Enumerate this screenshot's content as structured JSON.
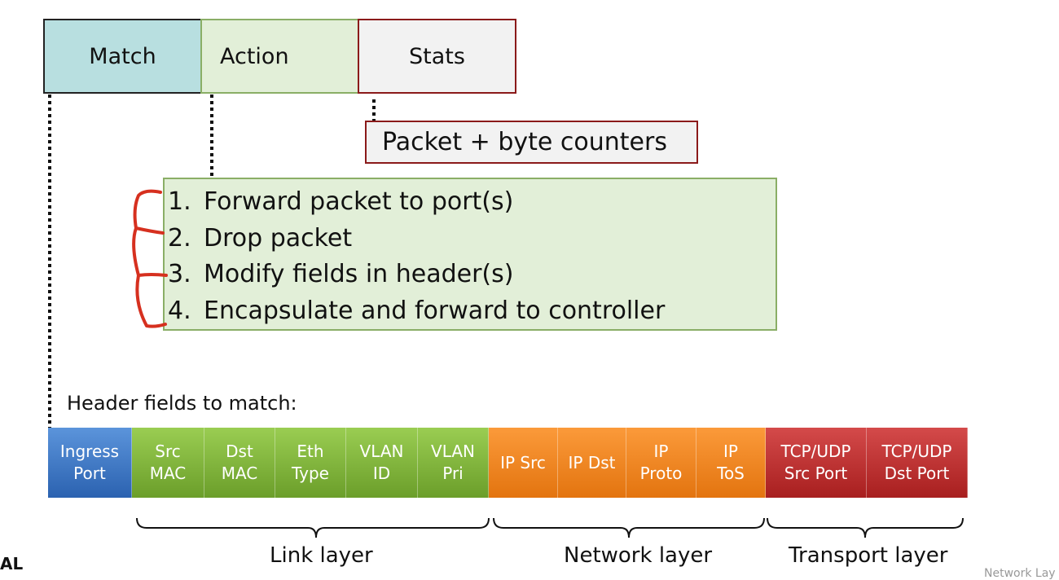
{
  "headers": {
    "match": "Match",
    "action": "Action",
    "stats": "Stats"
  },
  "stats_box": "Packet + byte counters",
  "actions": [
    {
      "num": "1.",
      "text": "Forward packet to port(s)"
    },
    {
      "num": "2.",
      "text": "Drop packet"
    },
    {
      "num": "3.",
      "text": "Modify fields in header(s)"
    },
    {
      "num": "4.",
      "text": "Encapsulate and forward to controller"
    }
  ],
  "header_fields_label": "Header fields to match:",
  "fields": [
    {
      "label": "Ingress\nPort",
      "color": "blue"
    },
    {
      "label": "Src\nMAC",
      "color": "green"
    },
    {
      "label": "Dst\nMAC",
      "color": "green"
    },
    {
      "label": "Eth\nType",
      "color": "green"
    },
    {
      "label": "VLAN\nID",
      "color": "green"
    },
    {
      "label": "VLAN\nPri",
      "color": "green"
    },
    {
      "label": "IP Src",
      "color": "orange"
    },
    {
      "label": "IP Dst",
      "color": "orange"
    },
    {
      "label": "IP\nProto",
      "color": "orange"
    },
    {
      "label": "IP\nToS",
      "color": "orange"
    },
    {
      "label": "TCP/UDP\nSrc Port",
      "color": "red"
    },
    {
      "label": "TCP/UDP\nDst Port",
      "color": "red"
    }
  ],
  "layers": {
    "link": "Link layer",
    "network": "Network layer",
    "transport": "Transport layer"
  },
  "corner_text": "AL",
  "footer_text": "Network Lay",
  "colors": {
    "match_fill": "#b8dfe0",
    "action_fill": "#e2efd8",
    "stats_border": "#8b1a1a",
    "field_blue": "#3a73c4",
    "field_green": "#7fb23a",
    "field_orange": "#f38a22",
    "field_red": "#c23333",
    "annotation_red": "#d6301f"
  }
}
